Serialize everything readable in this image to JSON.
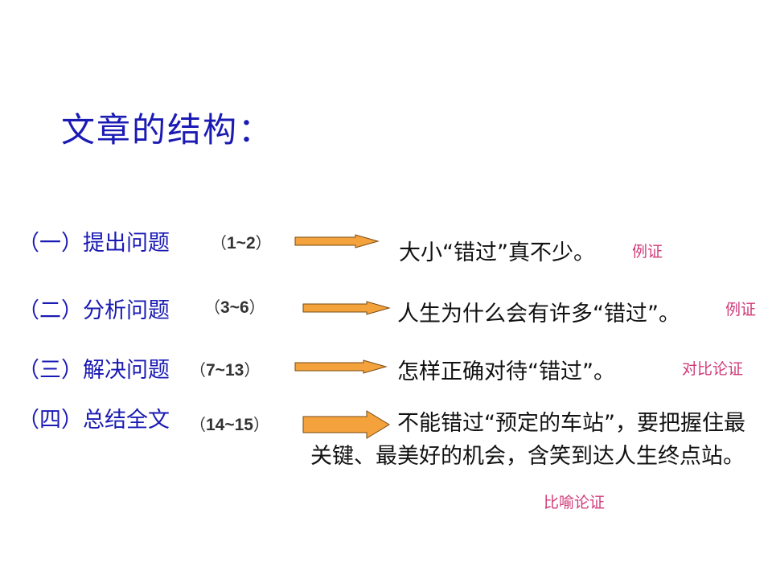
{
  "slide": {
    "title": "文章的结构：",
    "rows": [
      {
        "label": "（一）提出问题",
        "range_open": "（",
        "range": "1~2",
        "range_close": "）",
        "summary": "大小“错过”真不少。",
        "method": "例证"
      },
      {
        "label": "（二）分析问题",
        "range_open": "（",
        "range": "3~6",
        "range_close": "）",
        "summary": "人生为什么会有许多“错过”。",
        "method": "例证"
      },
      {
        "label": "（三）解决问题",
        "range_open": "（",
        "range": "7~13",
        "range_close": "）",
        "summary": "怎样正确对待“错过”。",
        "method": "对比论证"
      },
      {
        "label": "（四）总结全文",
        "range_open": "（",
        "range": "14~15",
        "range_close": "）",
        "summary": "不能错过“预定的车站”，要把握住最关键、最美好的机会，含笑到达人生终点站。",
        "method": "比喻论证"
      }
    ],
    "colors": {
      "title": "#1a1ab4",
      "arrow_fill": "#f3a23c",
      "arrow_stroke": "#7a4a10",
      "method": "#d03a78"
    },
    "icons": [
      "right-arrow-icon"
    ]
  }
}
